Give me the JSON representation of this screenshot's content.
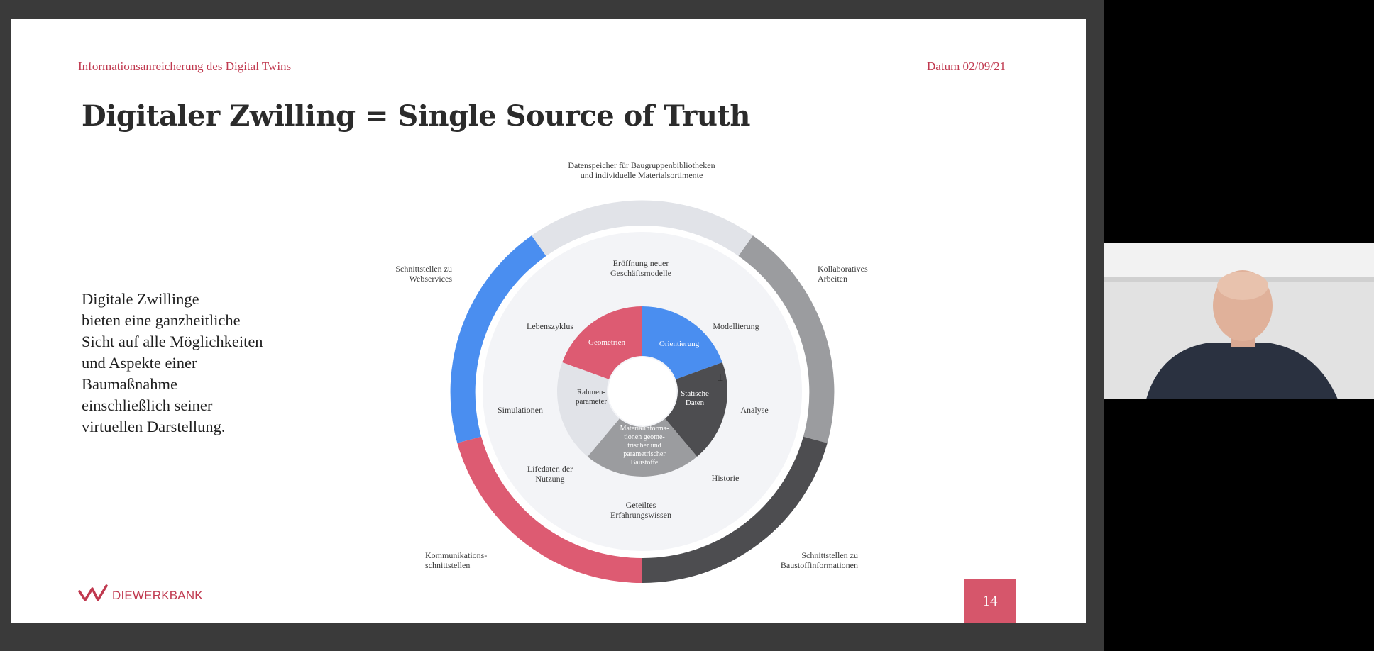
{
  "slide": {
    "header_left": "Informationsanreicherung des Digital Twins",
    "header_right": "Datum 02/09/21",
    "title": "Digitaler Zwilling = Single Source of Truth",
    "body_lines": [
      "Digitale Zwillinge",
      "bieten eine ganzheitliche",
      "Sicht auf alle Möglichkeiten",
      "und Aspekte einer",
      "Baumaßnahme",
      "einschließlich seiner",
      "virtuellen Darstellung."
    ],
    "page_number": "14",
    "logo_text": "DIEWERKBANK"
  },
  "diagram": {
    "outer_labels": {
      "top": [
        "Datenspeicher für Baugruppenbibliotheken",
        "und individuelle Materialsortimente"
      ],
      "upper_left": [
        "Schnittstellen zu",
        "Webservices"
      ],
      "upper_right": [
        "Kollaboratives",
        "Arbeiten"
      ],
      "lower_left": [
        "Kommunikations-",
        "schnittstellen"
      ],
      "lower_right": [
        "Schnittstellen zu",
        "Baustoffinformationen"
      ]
    },
    "middle_labels": {
      "top": [
        "Eröffnung neuer",
        "Geschäftsmodelle"
      ],
      "lebenszyklus": "Lebenszyklus",
      "modellierung": "Modellierung",
      "simulationen": "Simulationen",
      "analyse": "Analyse",
      "lifedaten": [
        "Lifedaten der",
        "Nutzung"
      ],
      "historie": "Historie",
      "bottom": [
        "Geteiltes",
        "Erfahrungswissen"
      ]
    },
    "inner_segments": {
      "geometrien": "Geometrien",
      "orientierung": "Orientierung",
      "statische": [
        "Statische",
        "Daten"
      ],
      "rahmen": [
        "Rahmen-",
        "parameter"
      ],
      "material": [
        "Materialinforma-",
        "tionen geome-",
        "trischer und",
        "parametrischer",
        "Baustoffe"
      ]
    },
    "colors": {
      "blue": "#4a8ef0",
      "pink": "#dd5b72",
      "light_gray": "#e1e3e8",
      "mid_gray": "#9b9c9f",
      "dark_gray": "#4d4d50",
      "panel": "#f3f4f7"
    }
  }
}
